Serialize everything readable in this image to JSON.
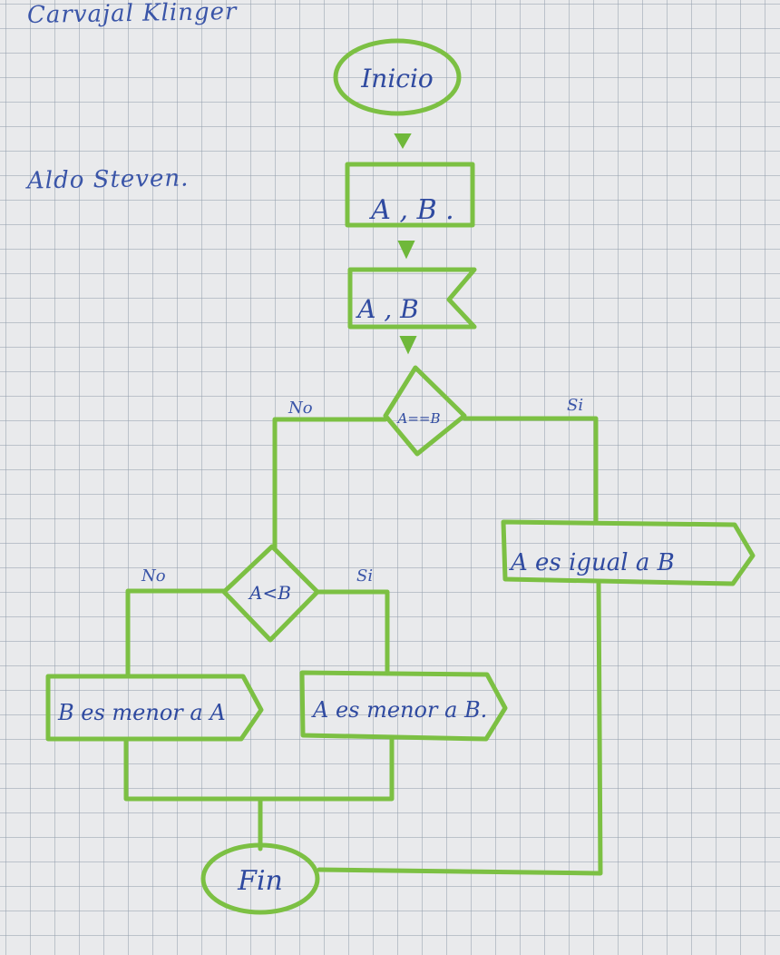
{
  "authors": [
    "Carvajal Klinger",
    "Aldo Steven."
  ],
  "nodes": {
    "start": "Inicio",
    "input": "A , B .",
    "output_display": "A , B",
    "decision_equal": "A==B",
    "decision_less": "A<B",
    "equal_result": "A es igual a B",
    "b_less_result": "B es menor a A",
    "a_less_result": "A es menor a B.",
    "end": "Fin"
  },
  "branches": {
    "equal_no": "No",
    "equal_yes": "Si",
    "less_no": "No",
    "less_yes": "Si"
  },
  "colors": {
    "stroke": "#7cc043",
    "text": "#2f4aa0",
    "paper": "#e9eaec"
  }
}
